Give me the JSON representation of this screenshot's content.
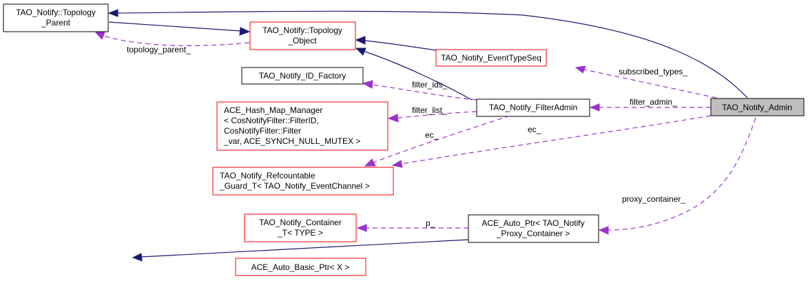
{
  "diagram": {
    "title": "TAO_Notify_Admin collaboration graph",
    "colors": {
      "inherit_edge": "#191970",
      "usage_edge": "#9a32cd",
      "documented_border": "#000000",
      "undocumented_border": "#ff0000",
      "focus_fill": "#bfbfbf"
    },
    "nodes": {
      "topology_parent": {
        "lines": [
          "TAO_Notify::Topology",
          "_Parent"
        ],
        "border": "black"
      },
      "topology_object": {
        "lines": [
          "TAO_Notify::Topology",
          "_Object"
        ],
        "border": "red"
      },
      "event_type_seq": {
        "lines": [
          "TAO_Notify_EventTypeSeq"
        ],
        "border": "red"
      },
      "id_factory": {
        "lines": [
          "TAO_Notify_ID_Factory"
        ],
        "border": "black"
      },
      "filter_admin": {
        "lines": [
          "TAO_Notify_FilterAdmin"
        ],
        "border": "black"
      },
      "hash_map_manager": {
        "lines": [
          "ACE_Hash_Map_Manager",
          "< CosNotifyFilter::FilterID,",
          " CosNotifyFilter::Filter",
          "_var, ACE_SYNCH_NULL_MUTEX >"
        ],
        "border": "red"
      },
      "refcountable_guard": {
        "lines": [
          "TAO_Notify_Refcountable",
          "_Guard_T< TAO_Notify_EventChannel >"
        ],
        "border": "red"
      },
      "notify_admin": {
        "lines": [
          "TAO_Notify_Admin"
        ],
        "border": "focus"
      },
      "container_t": {
        "lines": [
          "TAO_Notify_Container",
          "_T< TYPE >"
        ],
        "border": "red"
      },
      "auto_ptr": {
        "lines": [
          "ACE_Auto_Ptr< TAO_Notify",
          "_Proxy_Container >"
        ],
        "border": "black"
      },
      "auto_basic_ptr": {
        "lines": [
          "ACE_Auto_Basic_Ptr< X >"
        ],
        "border": "red"
      }
    },
    "edge_labels": {
      "topology_parent": "topology_parent_",
      "subscribed_types": "subscribed_types_",
      "filter_ids": "filter_ids_",
      "filter_list": "filter_list_",
      "filter_admin": "filter_admin_",
      "ec_from_filter_admin": "ec_",
      "ec_from_admin": "ec_",
      "proxy_container": "proxy_container_",
      "p": "p_"
    }
  }
}
